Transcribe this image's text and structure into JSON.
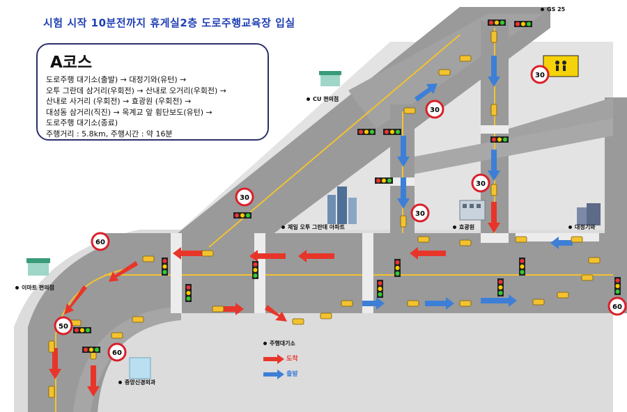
{
  "header": {
    "notice": "시험 시작 10분전까지 휴게실2층 도로주행교육장 입실"
  },
  "course": {
    "title": "A코스",
    "route_lines": [
      "도로주행 대기소(출발) → 대정기와(유턴) →",
      "오투 그란데 삼거리(우회전) → 산내로 오거리(우회전) →",
      "산내로 사거리 (우회전) → 효광원 (우회전) →",
      "대성동 삼거리(직진) → 옥계교 앞 횡단보도(유턴) →",
      "도로주행 대기소(종료)"
    ],
    "summary": "주행거리 : 5.8km, 주행시간 : 약 16분"
  },
  "landmarks": {
    "gs25": "GS 25",
    "cu": "CU 편의점",
    "emart": "이마트 편의점",
    "ohtwo": "제일 오투 그란데 아파트",
    "hyogwangwon": "효광원",
    "daejeonggiwa": "대정기와",
    "joongang": "중앙신경외과"
  },
  "speed_signs": [
    "30",
    "30",
    "30",
    "30",
    "30",
    "60",
    "50",
    "60",
    "60"
  ],
  "legend": {
    "title": "주행대기소",
    "arrival": "도착",
    "departure": "출발"
  },
  "colors": {
    "road": "#9a9a9a",
    "ground": "#d9d9d9",
    "arrival_arrow": "#e8352a",
    "departure_arrow": "#3d7fd6",
    "speed_ring": "#d9202a",
    "box_border": "#2a2f6b",
    "header_text": "#1f3fb4"
  }
}
